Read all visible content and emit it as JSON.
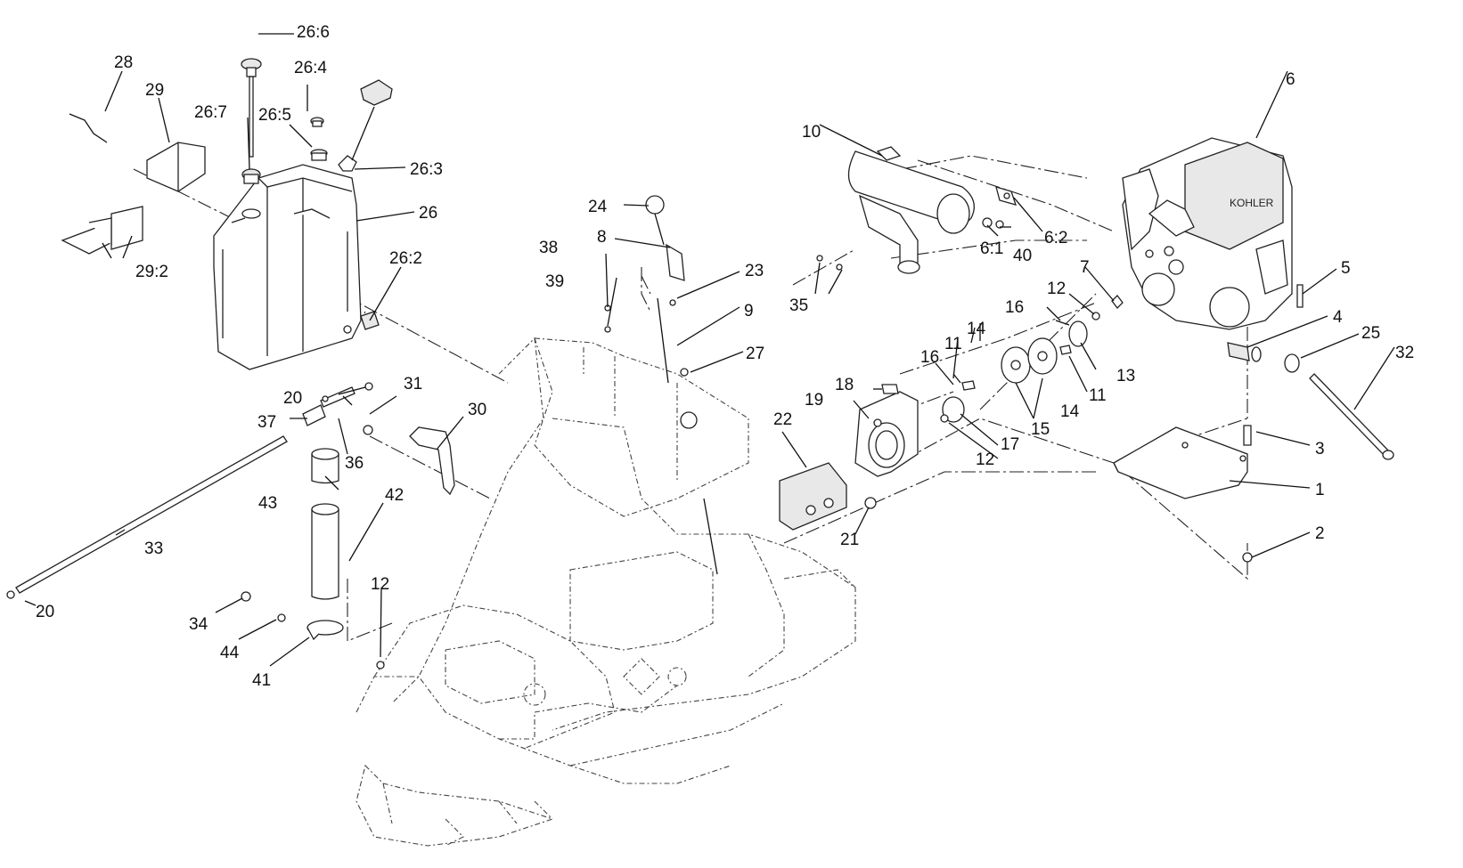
{
  "engine_brand": "KOHLER",
  "callouts": {
    "c1": "1",
    "c2": "2",
    "c3": "3",
    "c4": "4",
    "c5": "5",
    "c6": "6",
    "c6_1": "6:1",
    "c6_2": "6:2",
    "c7": "7",
    "c8": "8",
    "c9": "9",
    "c10": "10",
    "c11a": "11",
    "c11b": "11",
    "c12a": "12",
    "c12b": "12",
    "c12c": "12",
    "c13": "13",
    "c14a": "14",
    "c14b": "14",
    "c15": "15",
    "c16a": "16",
    "c16b": "16",
    "c17": "17",
    "c18": "18",
    "c19": "19",
    "c20a": "20",
    "c20b": "20",
    "c21": "21",
    "c22": "22",
    "c23": "23",
    "c24": "24",
    "c25": "25",
    "c26": "26",
    "c26_2": "26:2",
    "c26_3": "26:3",
    "c26_4": "26:4",
    "c26_5": "26:5",
    "c26_6": "26:6",
    "c26_7": "26:7",
    "c27": "27",
    "c28": "28",
    "c29": "29",
    "c29_2": "29:2",
    "c30": "30",
    "c31": "31",
    "c32": "32",
    "c33": "33",
    "c34": "34",
    "c35": "35",
    "c36": "36",
    "c37": "37",
    "c38": "38",
    "c39": "39",
    "c40": "40",
    "c41": "41",
    "c42": "42",
    "c43": "43",
    "c44": "44"
  }
}
